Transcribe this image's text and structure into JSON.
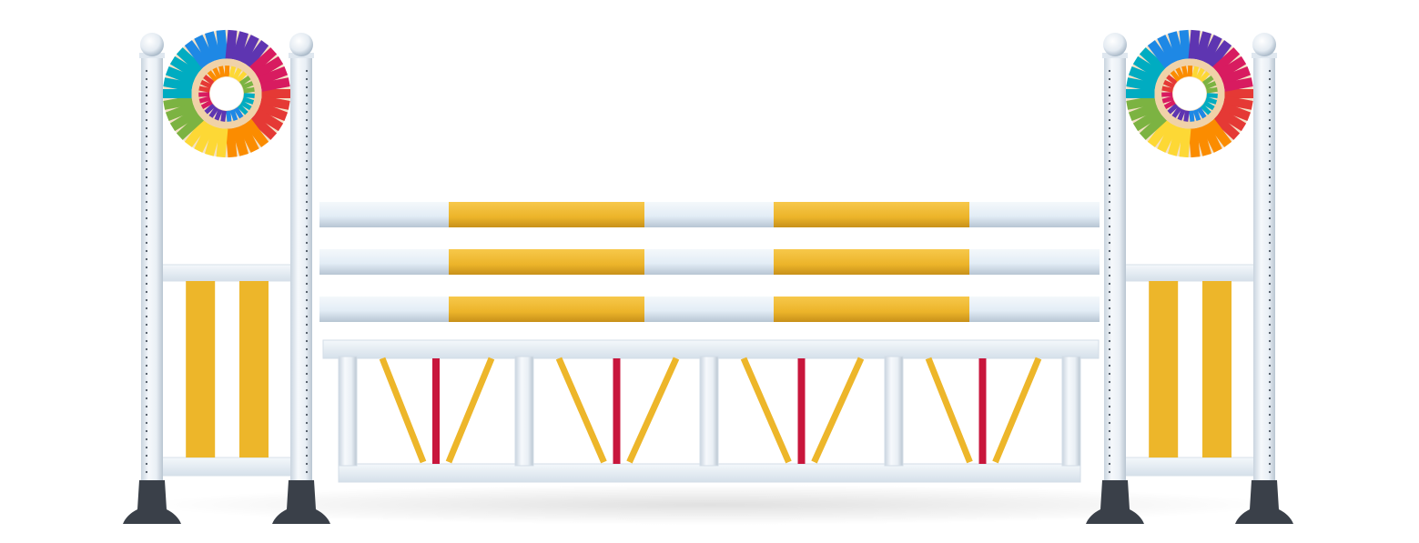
{
  "scene": {
    "subject": "horse jump",
    "rails": {
      "count": 3,
      "stripe_count_per_rail": 2
    },
    "gate": {
      "panel_count": 4
    },
    "standards": {
      "count": 2,
      "stripes_per_wing": 2
    },
    "emblem": {
      "ring_pencil_count": 34,
      "pencil_colors": [
        "#e53935",
        "#fb8c00",
        "#fdd835",
        "#7cb342",
        "#00acc1",
        "#1e88e5",
        "#5e35b1",
        "#d81b60"
      ]
    }
  },
  "colors": {
    "accent_yellow": "#edb62a",
    "accent_red": "#c8163c",
    "post_white": "#eef3f8",
    "post_shadow": "#c8d3de",
    "base_dark": "#3a4049"
  }
}
